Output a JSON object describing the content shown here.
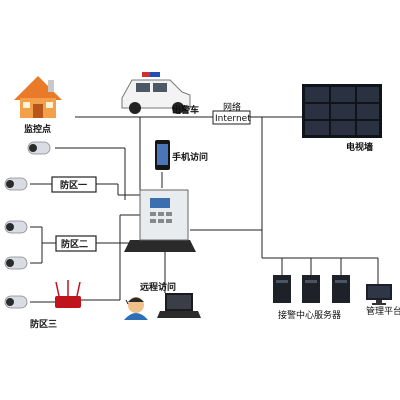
{
  "labels": {
    "monitor_point": "监控点",
    "police_car": "出警车",
    "network": "网络",
    "internet": "Internet",
    "video_wall": "电视墙",
    "mobile_access": "手机访问",
    "zone_1": "防区一",
    "zone_2": "防区二",
    "zone_3": "防区三",
    "remote_access": "远程访问",
    "alarm_center_server": "接警中心服务器",
    "management_platform": "管理平台"
  },
  "colors": {
    "line": "#222222",
    "house_roof": "#e87a2a",
    "house_wall": "#f4a04a",
    "screen": "#1a1f2b",
    "router": "#c0141d",
    "camera": "#d9dde3"
  }
}
